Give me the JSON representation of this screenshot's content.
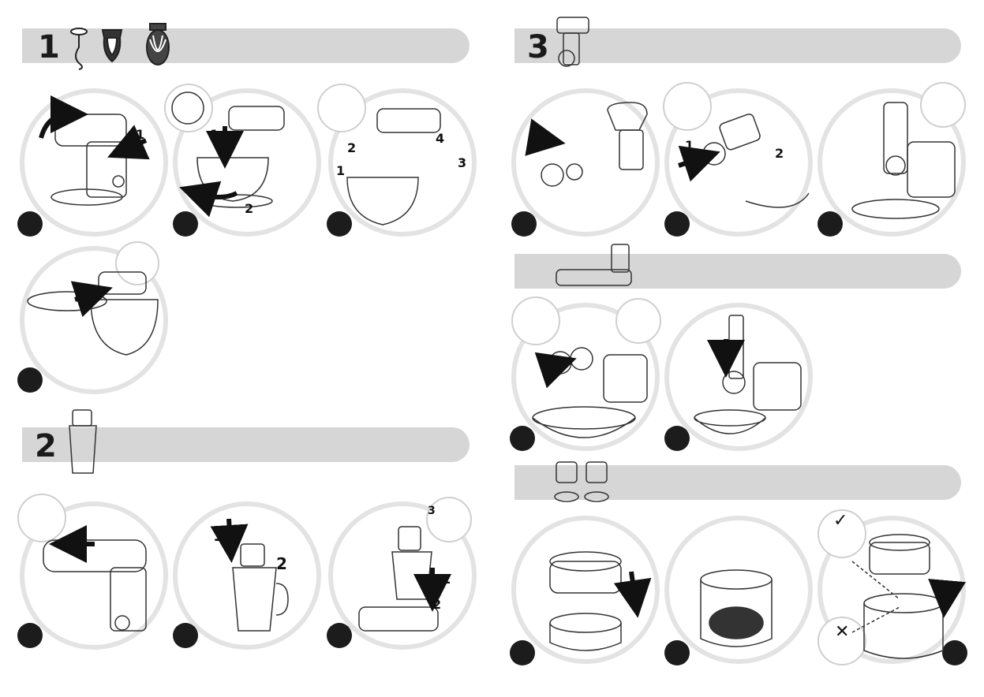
{
  "sections": [
    {
      "number": "1"
    },
    {
      "number": "2"
    },
    {
      "number": "3"
    }
  ],
  "callouts": {
    "s1_img1": [
      "1",
      "2"
    ],
    "s1_img2": [
      "1",
      "2"
    ],
    "s1_img3": [
      "1",
      "2",
      "3",
      "4"
    ],
    "s2_img2": [
      "1",
      "2"
    ],
    "s2_img3": [
      "1",
      "2",
      "3"
    ],
    "s3_img2": [
      "1",
      "2"
    ]
  },
  "symbols": {
    "correct": "✓",
    "incorrect": "✕"
  },
  "colors": {
    "banner": "#d6d6d6",
    "ring": "#e3e3e3",
    "dot": "#1c1c1c"
  }
}
